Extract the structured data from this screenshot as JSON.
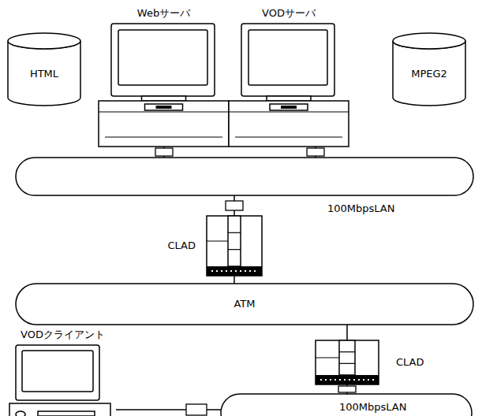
{
  "diagram": {
    "nodes": [
      {
        "text": [
          "Webサーバ"
        ]
      },
      {
        "text": [
          "VODサーバ"
        ]
      },
      {
        "text": [
          "HTML"
        ]
      },
      {
        "text": [
          "MPEG2"
        ]
      },
      {
        "text": [
          "100MbpsLAN"
        ]
      },
      {
        "text": [
          "CLAD"
        ]
      },
      {
        "text": [
          "ATM"
        ]
      },
      {
        "text": [
          "VODクライアント"
        ]
      },
      {
        "text": [
          "CLAD"
        ]
      },
      {
        "text": [
          "100MbpsLAN"
        ]
      }
    ],
    "edges": [
      {
        "from": 0,
        "to": 4,
        "arrow": "none"
      },
      {
        "from": 1,
        "to": 4,
        "arrow": "none"
      },
      {
        "from": 4,
        "to": 5,
        "arrow": "none"
      },
      {
        "from": 5,
        "to": 6,
        "arrow": "none"
      },
      {
        "from": 6,
        "to": 8,
        "arrow": "none"
      },
      {
        "from": 8,
        "to": 9,
        "arrow": "none"
      },
      {
        "from": 7,
        "to": 9,
        "arrow": "none"
      }
    ]
  }
}
